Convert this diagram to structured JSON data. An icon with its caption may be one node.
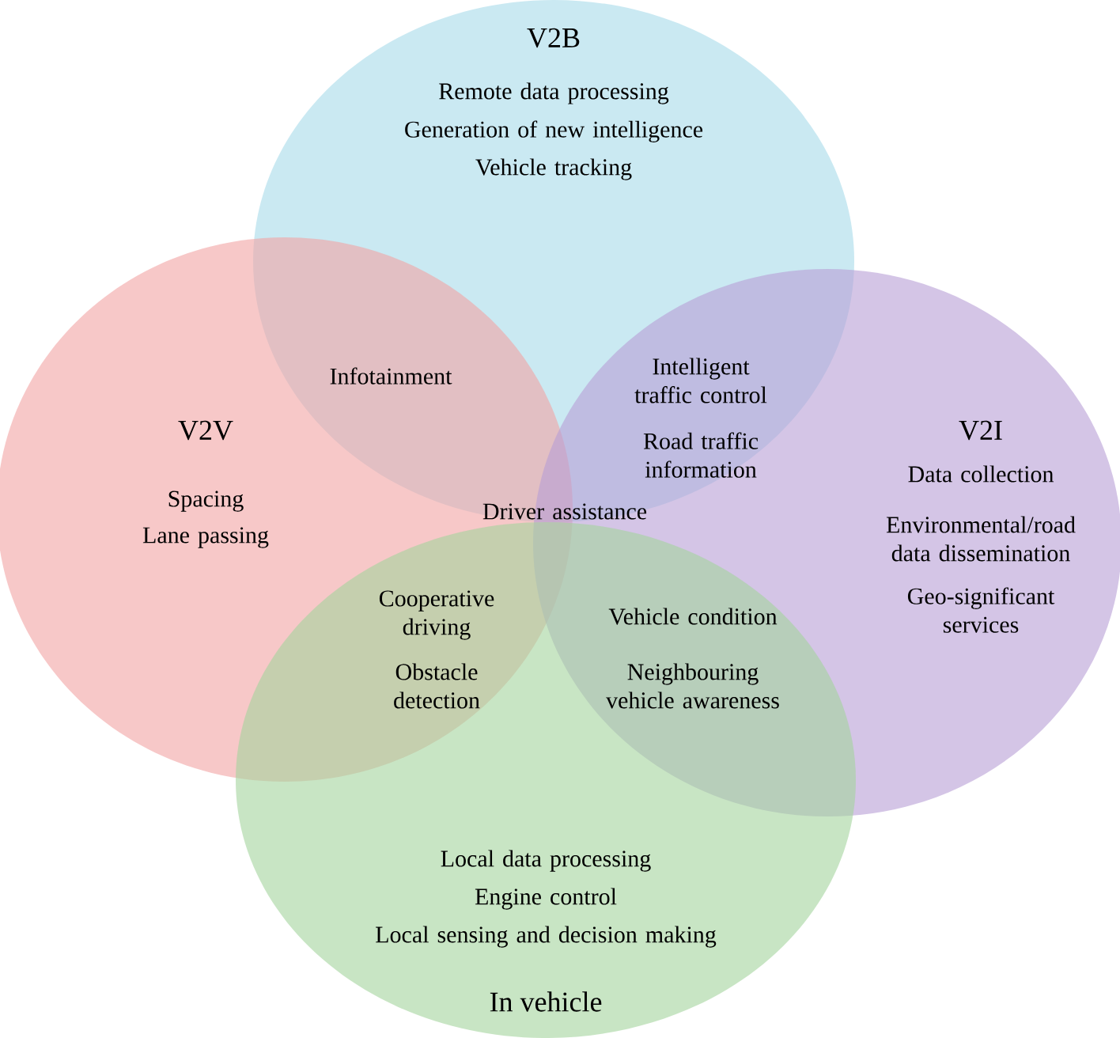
{
  "diagram": {
    "nodes": [
      {
        "text": [
          "V2B",
          "Remote data processing",
          "Generation of new intelligence",
          "Vehicle tracking"
        ]
      },
      {
        "text": [
          "V2V",
          "Spacing",
          "Lane passing"
        ]
      },
      {
        "text": [
          "V2I",
          "Data collection",
          "Environmental/road data dissemination",
          "Geo-significant services"
        ]
      },
      {
        "text": [
          "Local data processing",
          "Engine control",
          "Local sensing and decision making",
          "In vehicle"
        ]
      }
    ],
    "labels": [
      "Infotainment",
      "Intelligent traffic control",
      "Road traffic information",
      "Driver assistance",
      "Cooperative driving",
      "Obstacle detection",
      "Vehicle condition",
      "Neighbouring vehicle awareness"
    ]
  }
}
